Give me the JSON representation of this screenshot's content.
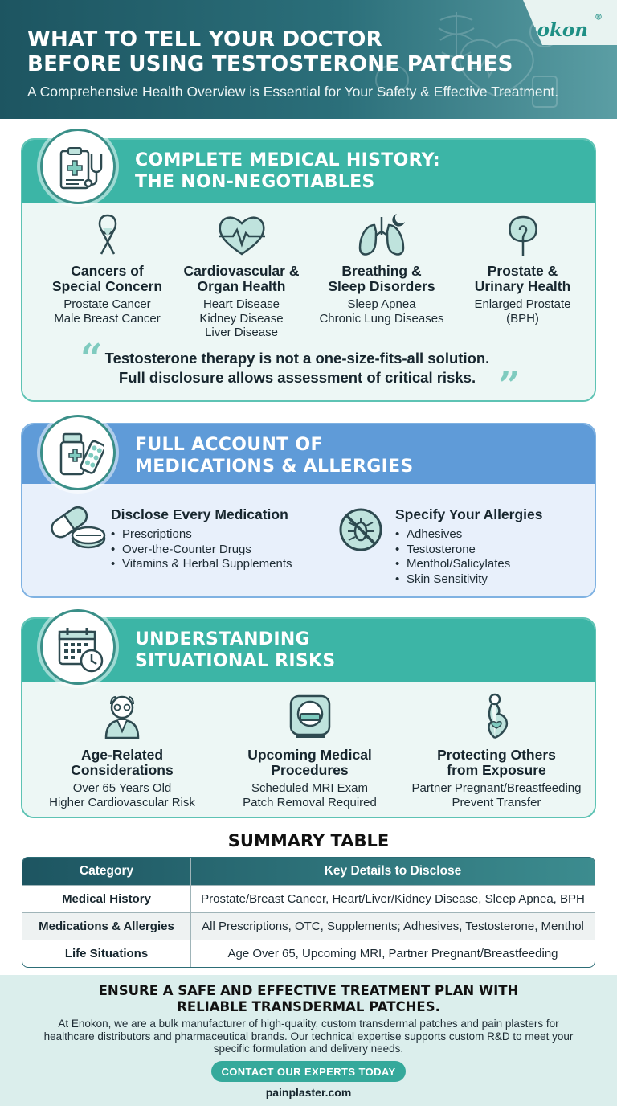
{
  "header": {
    "title_line1": "WHAT TO TELL YOUR DOCTOR",
    "title_line2": "BEFORE USING TESTOSTERONE PATCHES",
    "subtitle": "A Comprehensive Health Overview is Essential for Your Safety & Effective Treatment.",
    "brand": "Enokon",
    "brand_mark": "®"
  },
  "history": {
    "title": "COMPLETE MEDICAL HISTORY:\nTHE NON-NEGOTIABLES",
    "columns": [
      {
        "title": "Cancers of\nSpecial Concern",
        "items": "Prostate Cancer\nMale Breast Cancer",
        "icon": "ribbon-icon"
      },
      {
        "title": "Cardiovascular &\nOrgan Health",
        "items": "Heart Disease\nKidney Disease\nLiver Disease",
        "icon": "heartbeat-icon"
      },
      {
        "title": "Breathing &\nSleep Disorders",
        "items": "Sleep Apnea\nChronic Lung Diseases",
        "icon": "lungs-moon-icon"
      },
      {
        "title": "Prostate &\nUrinary Health",
        "items": "Enlarged Prostate\n(BPH)",
        "icon": "prostate-icon"
      }
    ],
    "quote": "Testosterone therapy is not a one-size-fits-all solution.\nFull disclosure allows assessment of critical risks.",
    "quote_open": "“",
    "quote_close": "”"
  },
  "medications": {
    "title": "FULL ACCOUNT OF\nMEDICATIONS & ALLERGIES",
    "meds": {
      "title": "Disclose Every Medication",
      "items": [
        "Prescriptions",
        "Over-the-Counter Drugs",
        "Vitamins & Herbal Supplements"
      ]
    },
    "allergies": {
      "title": "Specify Your Allergies",
      "items": [
        "Adhesives",
        "Testosterone",
        "Menthol/Salicylates",
        "Skin Sensitivity"
      ]
    }
  },
  "situational": {
    "title": "UNDERSTANDING\nSITUATIONAL RISKS",
    "columns": [
      {
        "title": "Age-Related\nConsiderations",
        "items": "Over 65 Years Old\nHigher Cardiovascular Risk",
        "icon": "elderly-man-icon"
      },
      {
        "title": "Upcoming Medical\nProcedures",
        "items": "Scheduled MRI Exam\nPatch Removal Required",
        "icon": "mri-scanner-icon"
      },
      {
        "title": "Protecting Others\nfrom Exposure",
        "items": "Partner Pregnant/Breastfeeding\nPrevent Transfer",
        "icon": "pregnant-woman-icon"
      }
    ]
  },
  "summary": {
    "title": "SUMMARY TABLE",
    "headers": [
      "Category",
      "Key Details to Disclose"
    ],
    "rows": [
      [
        "Medical History",
        "Prostate/Breast Cancer, Heart/Liver/Kidney Disease, Sleep Apnea, BPH"
      ],
      [
        "Medications & Allergies",
        "All Prescriptions, OTC, Supplements; Adhesives, Testosterone, Menthol"
      ],
      [
        "Life Situations",
        "Age Over 65, Upcoming MRI, Partner Pregnant/Breastfeeding"
      ]
    ]
  },
  "footer": {
    "title": "ENSURE A SAFE AND EFFECTIVE TREATMENT PLAN WITH\nRELIABLE TRANSDERMAL PATCHES.",
    "text": "At Enokon, we are a bulk manufacturer of high-quality, custom transdermal patches and pain plasters for healthcare distributors and pharmaceutical brands. Our technical expertise supports custom R&D to meet your specific formulation and delivery needs.",
    "cta": "CONTACT OUR EXPERTS TODAY",
    "website": "painplaster.com"
  },
  "colors": {
    "teal": "#3cb5a6",
    "dark_teal": "#1d5561",
    "blue": "#5f9bd8",
    "icon_stroke": "#2e4a50"
  }
}
